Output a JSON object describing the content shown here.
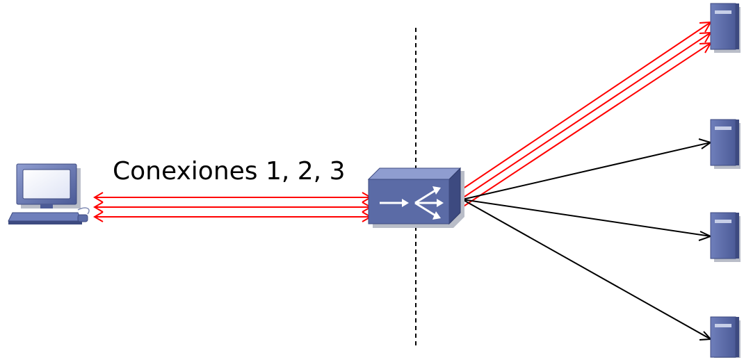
{
  "diagram": {
    "caption": "Conexiones 1, 2, 3",
    "nodes": [
      {
        "id": "client",
        "icon": "workstation-icon"
      },
      {
        "id": "load-balancer",
        "icon": "load-balancer-icon"
      },
      {
        "id": "server-1",
        "icon": "server-icon"
      },
      {
        "id": "server-2",
        "icon": "server-icon"
      },
      {
        "id": "server-3",
        "icon": "server-icon"
      },
      {
        "id": "server-4",
        "icon": "server-icon"
      }
    ],
    "connections": [
      {
        "from": "client",
        "to": "load-balancer",
        "bidirectional": true,
        "color": "#ff0000",
        "count": 3
      },
      {
        "from": "load-balancer",
        "to": "server-1",
        "color": "#ff0000",
        "count": 3
      },
      {
        "from": "load-balancer",
        "to": "server-2",
        "color": "#000000",
        "count": 1
      },
      {
        "from": "load-balancer",
        "to": "server-3",
        "color": "#000000",
        "count": 1
      },
      {
        "from": "load-balancer",
        "to": "server-4",
        "color": "#000000",
        "count": 1
      }
    ],
    "boundary_style": "dashed vertical line"
  },
  "colors": {
    "connection_red": "#ff0000",
    "connection_black": "#000000",
    "device_blue": "#5b6ba6",
    "device_dark": "#3d4a80",
    "device_light": "#8f9dd0"
  }
}
